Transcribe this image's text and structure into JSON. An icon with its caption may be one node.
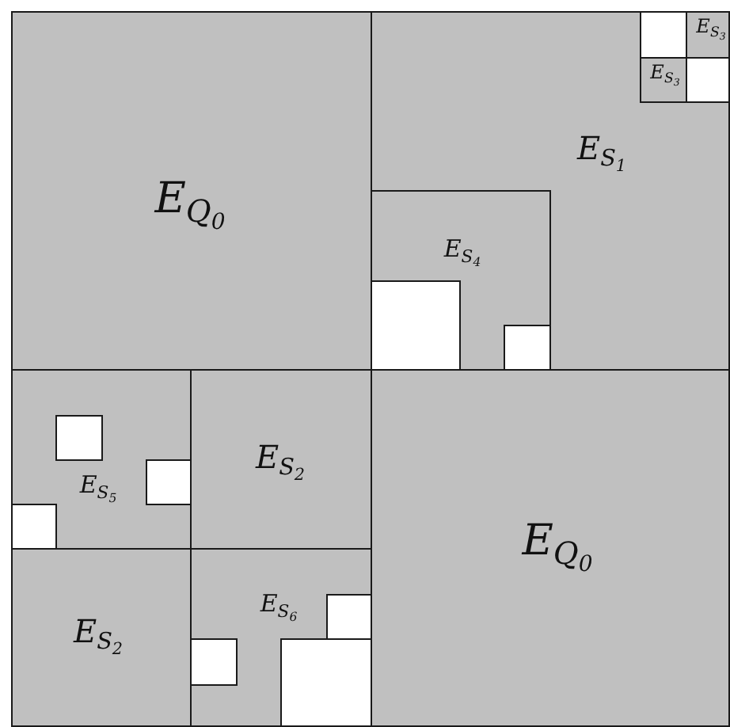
{
  "diagram": {
    "nodes": [
      {
        "text": [
          "E$_{Q}$$_{0}$"
        ]
      },
      {
        "text": [
          "E$_{S}$$_{1}$"
        ]
      },
      {
        "text": [],
        "shape": "box",
        "in": 1
      },
      {
        "text": [
          "E$_{S}$$_{3}$"
        ],
        "in": 1
      },
      {
        "text": [
          "E$_{S}$$_{3}$"
        ],
        "in": 1
      },
      {
        "text": [],
        "shape": "box",
        "in": 1
      },
      {
        "text": [
          "E$_{S}$$_{4}$"
        ],
        "in": 1
      },
      {
        "text": [],
        "shape": "box",
        "in": 6
      },
      {
        "text": [],
        "shape": "box",
        "in": 6
      },
      {
        "text": [
          "E$_{S}$$_{5}$"
        ]
      },
      {
        "text": [],
        "shape": "box",
        "in": 9
      },
      {
        "text": [],
        "shape": "box",
        "in": 9
      },
      {
        "text": [],
        "shape": "box",
        "in": 9
      },
      {
        "text": [
          "E$_{S}$$_{2}$"
        ]
      },
      {
        "text": [
          "E$_{Q}$$_{0}$"
        ]
      },
      {
        "text": [
          "E$_{S}$$_{2}$"
        ]
      },
      {
        "text": [
          "E$_{S}$$_{6}$"
        ]
      },
      {
        "text": [],
        "shape": "box",
        "in": 16
      },
      {
        "text": [],
        "shape": "box",
        "in": 16
      },
      {
        "text": [],
        "shape": "box",
        "in": 16
      }
    ]
  }
}
